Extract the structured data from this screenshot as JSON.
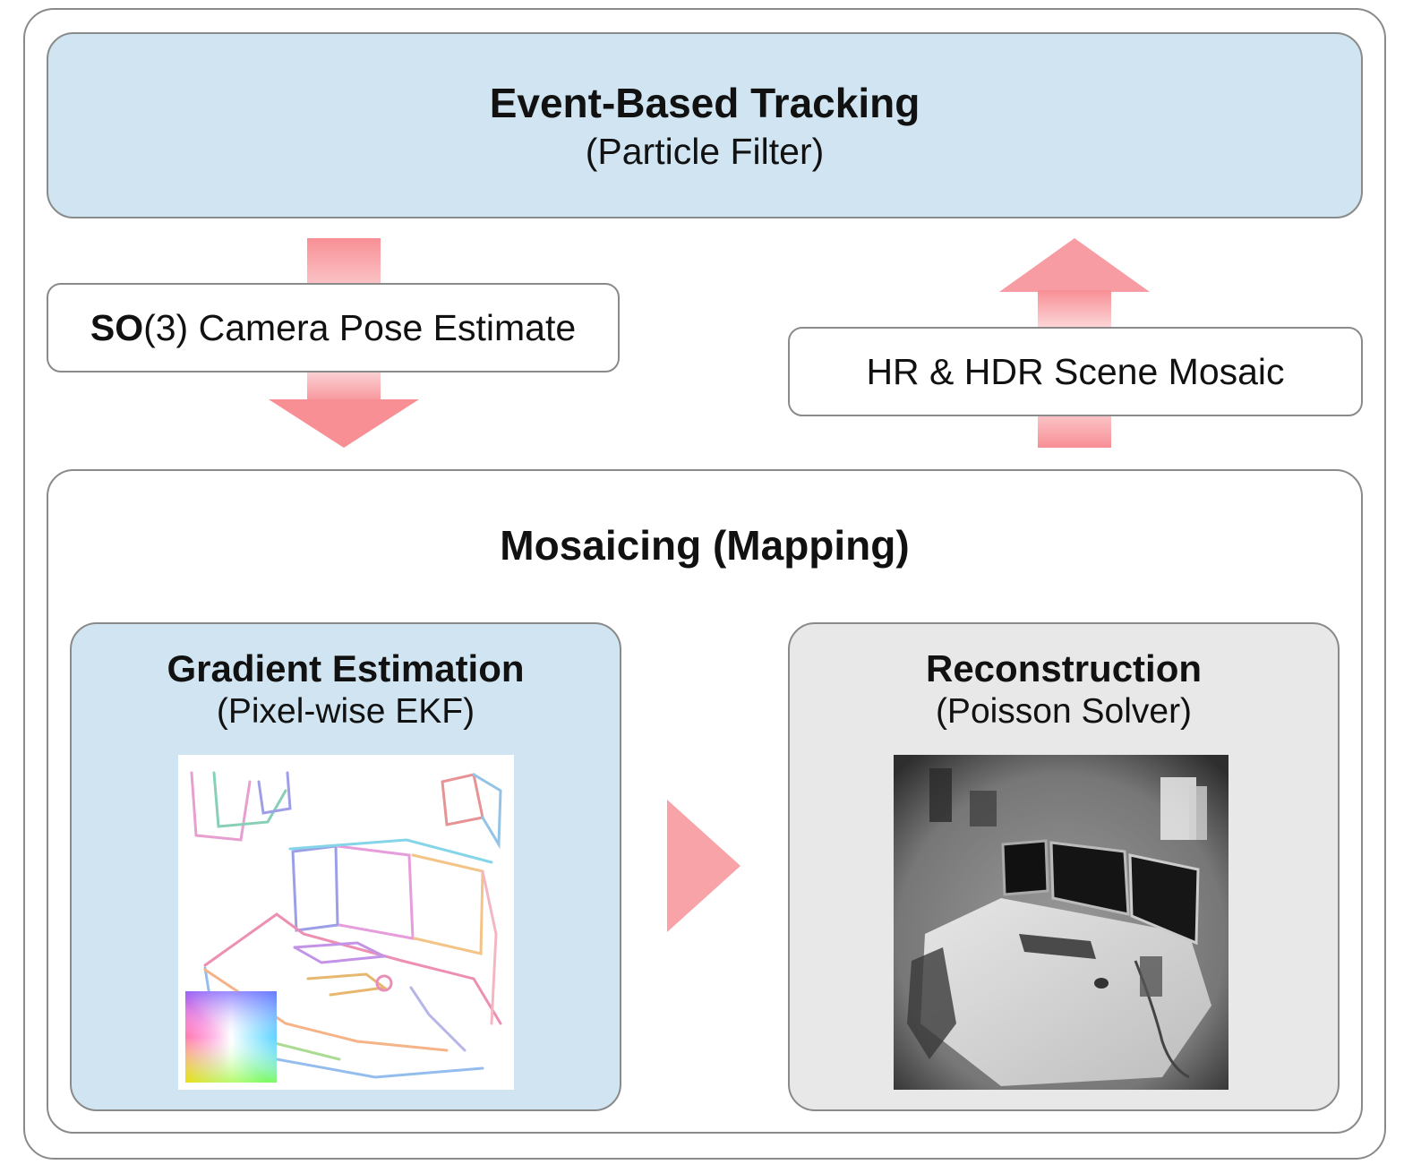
{
  "tracking": {
    "title": "Event-Based Tracking",
    "subtitle": "(Particle Filter)"
  },
  "pose": {
    "bold": "SO",
    "rest": "(3) Camera Pose Estimate"
  },
  "mosaic_output": {
    "label": "HR & HDR Scene Mosaic"
  },
  "mosaicing": {
    "title": "Mosaicing (Mapping)"
  },
  "gradient": {
    "title": "Gradient Estimation",
    "subtitle": "(Pixel-wise EKF)"
  },
  "reconstruction": {
    "title": "Reconstruction",
    "subtitle": "(Poisson Solver)"
  },
  "colors": {
    "blue_box": "#d0e5f1",
    "gray_box": "#e8e8e8",
    "arrow": "#f7a3a8",
    "border": "#8a8a8a"
  }
}
